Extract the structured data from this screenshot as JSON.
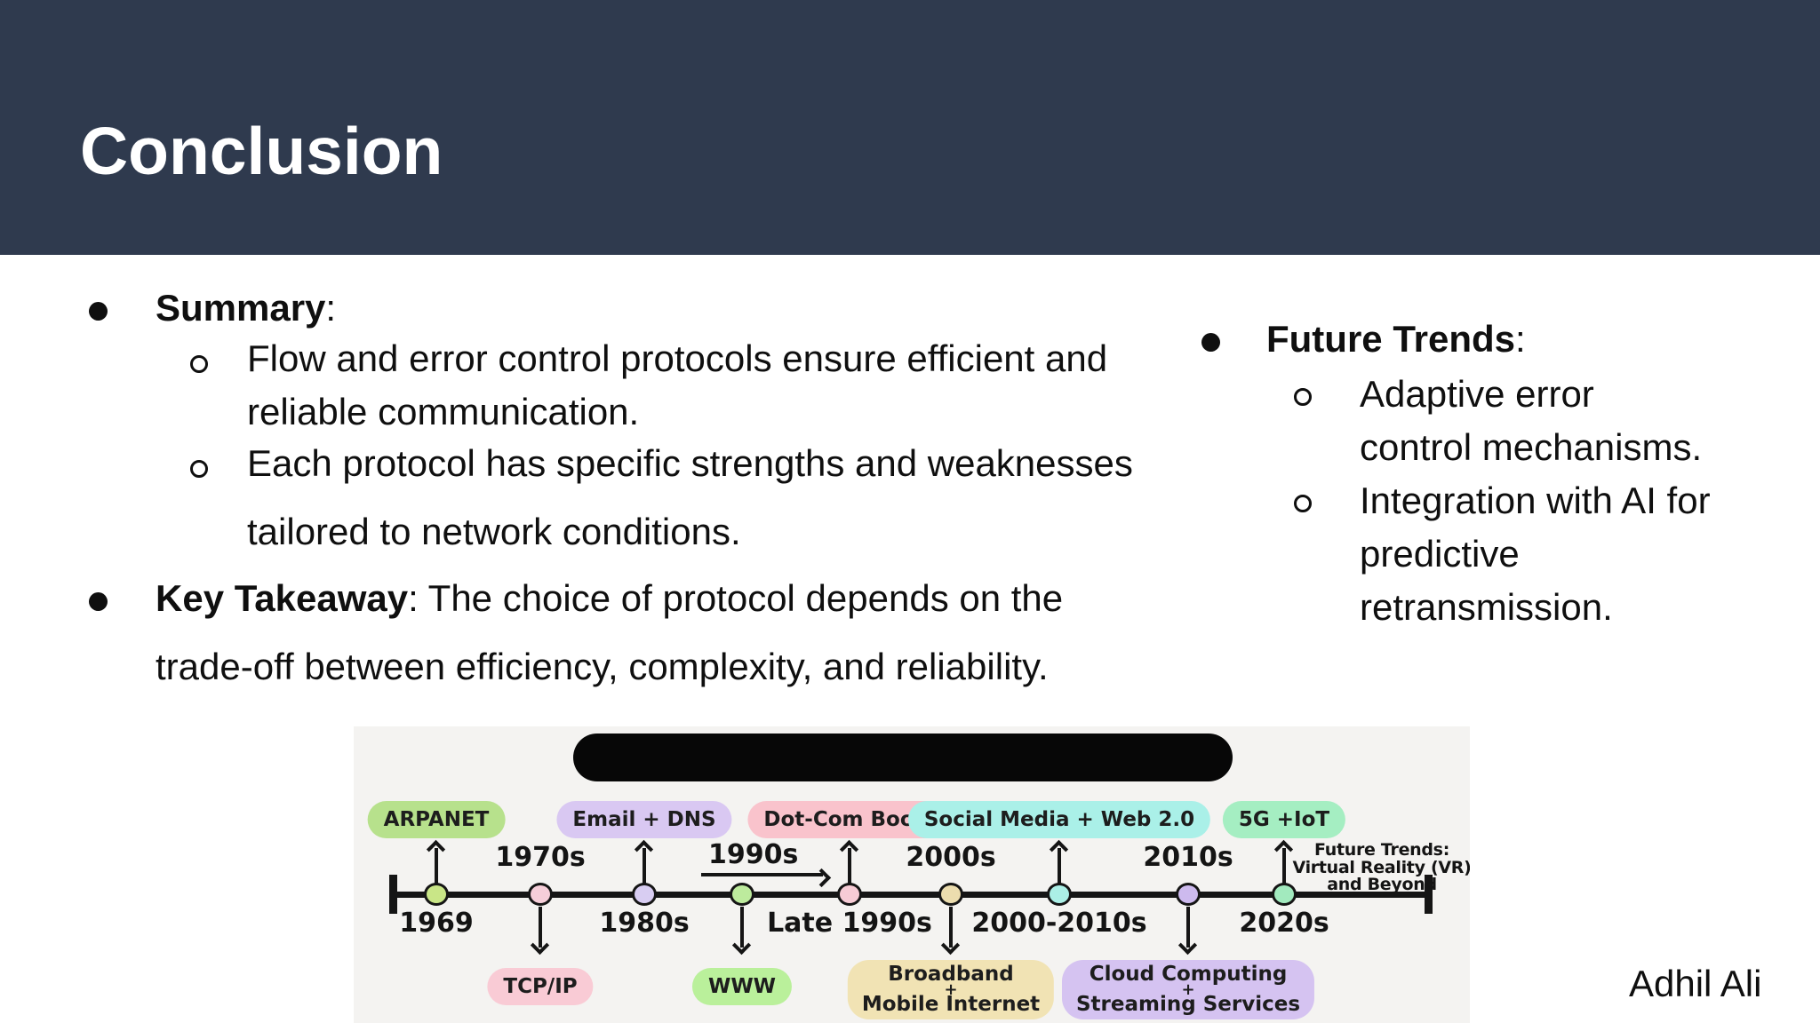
{
  "slide": {
    "title": "Conclusion",
    "author": "Adhil Ali"
  },
  "colors": {
    "header_bg": "#2f3a4e",
    "figure_bg": "#f4f3f1",
    "body_text": "#0f0f0f",
    "redaction_block": "#070707"
  },
  "content": {
    "summary_heading": "Summary",
    "summary_colon": ":",
    "summary_sub1_line1": "Flow and error control protocols ensure efficient and",
    "summary_sub1_line2": "reliable communication.",
    "summary_sub2_line1": "Each protocol has specific strengths and weaknesses",
    "summary_sub2_line2": "tailored to network conditions.",
    "key_heading": "Key Takeaway",
    "key_rest": ": The choice of protocol depends on the",
    "key_line2": "trade-off between efficiency, complexity, and reliability.",
    "future_heading": "Future Trends",
    "future_colon": ":",
    "future_sub1_line1": "Adaptive error",
    "future_sub1_line2": "control mechanisms.",
    "future_sub2_line1": "Integration with AI for",
    "future_sub2_line2": "predictive",
    "future_sub2_line3": "retransmission."
  },
  "timeline": {
    "milestones": [
      {
        "year": "1969",
        "year_position": "below",
        "label_position": "above",
        "label_lines": [
          "ARPANET"
        ],
        "bubble_color": "#b7e18c",
        "dot_color": "#c9e687"
      },
      {
        "year": "1970s",
        "year_position": "above",
        "label_position": "below",
        "label_lines": [
          "TCP/IP"
        ],
        "bubble_color": "#f9cbd5",
        "dot_color": "#f6ced9"
      },
      {
        "year": "1980s",
        "year_position": "below",
        "label_position": "above",
        "label_lines": [
          "Email + DNS"
        ],
        "bubble_color": "#d9c8f2",
        "dot_color": "#d8cdf2"
      },
      {
        "year": "1990s",
        "year_position": "above",
        "label_position": "below",
        "label_lines": [
          "WWW"
        ],
        "bubble_color": "#baf09b",
        "dot_color": "#bdeb9d"
      },
      {
        "year": "Late 1990s",
        "year_position": "below",
        "label_position": "above",
        "label_lines": [
          "Dot-Com Boom"
        ],
        "bubble_color": "#f9c3cc",
        "dot_color": "#f6cbd5"
      },
      {
        "year": "2000s",
        "year_position": "above",
        "label_position": "below",
        "label_lines": [
          "Broadband",
          "+",
          "Mobile Internet"
        ],
        "bubble_color": "#f1e3b4",
        "dot_color": "#ecddae"
      },
      {
        "year": "2000-2010s",
        "year_position": "below",
        "label_position": "above",
        "label_lines": [
          "Social Media + Web 2.0"
        ],
        "bubble_color": "#aaf0e8",
        "dot_color": "#abefe6"
      },
      {
        "year": "2010s",
        "year_position": "above",
        "label_position": "below",
        "label_lines": [
          "Cloud Computing",
          "+",
          "Streaming Services"
        ],
        "bubble_color": "#d5c3f1",
        "dot_color": "#cdbaee"
      },
      {
        "year": "2020s",
        "year_position": "below",
        "label_position": "above",
        "label_lines": [
          "5G +IoT"
        ],
        "bubble_color": "#a5eec2",
        "dot_color": "#a2eabe"
      }
    ],
    "side_note_line1": "Future Trends:",
    "side_note_line2": "Virtual Reality (VR)",
    "side_note_line3": "and Beyond"
  }
}
